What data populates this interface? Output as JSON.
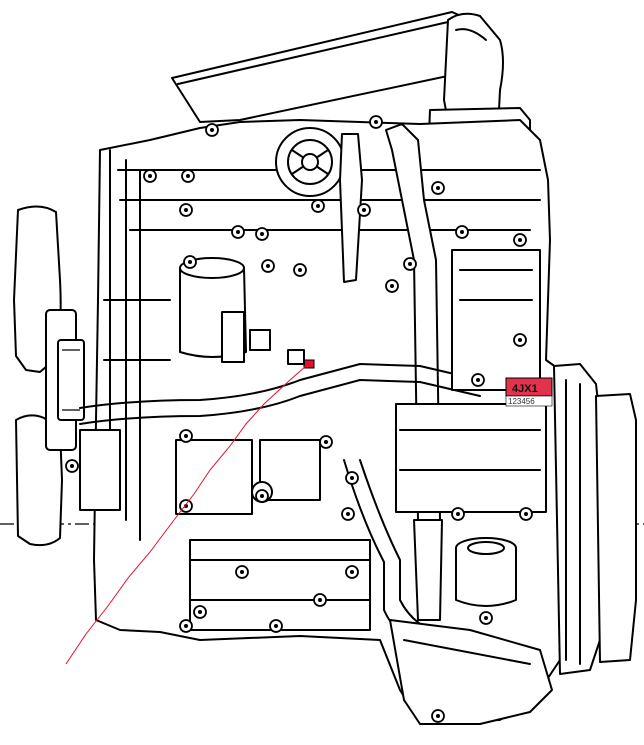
{
  "engine_label": {
    "model": "4JX1",
    "serial": "123456"
  },
  "colors": {
    "outline": "#000000",
    "background": "#ffffff",
    "highlight_red": "#e8102a",
    "label_fill": "#e2324c",
    "pointer_line": "#e8102a"
  },
  "icons": [
    "engine-drawing",
    "sensor-marker",
    "pointer-line",
    "centerline"
  ]
}
